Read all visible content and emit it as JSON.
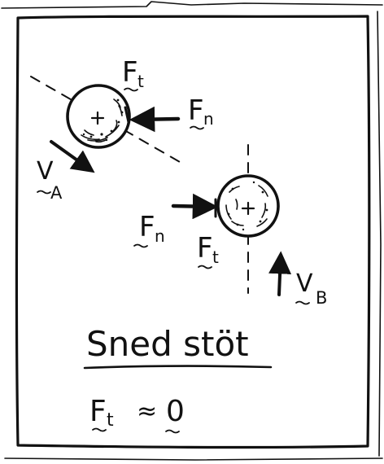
{
  "ball_a": {
    "tangential_force": "F",
    "tangential_sub": "t",
    "normal_force": "F",
    "normal_sub": "n",
    "velocity": "V",
    "velocity_sub": "A"
  },
  "ball_b": {
    "normal_force": "F",
    "normal_sub": "n",
    "tangential_force": "F",
    "tangential_sub": "t",
    "velocity": "V",
    "velocity_sub": "B"
  },
  "title": "Sned stöt",
  "equation": {
    "lhs": "F",
    "lhs_sub": "t",
    "relation": "≈",
    "rhs": "0"
  },
  "colors": {
    "ink": "#111111",
    "paper": "#ffffff"
  }
}
